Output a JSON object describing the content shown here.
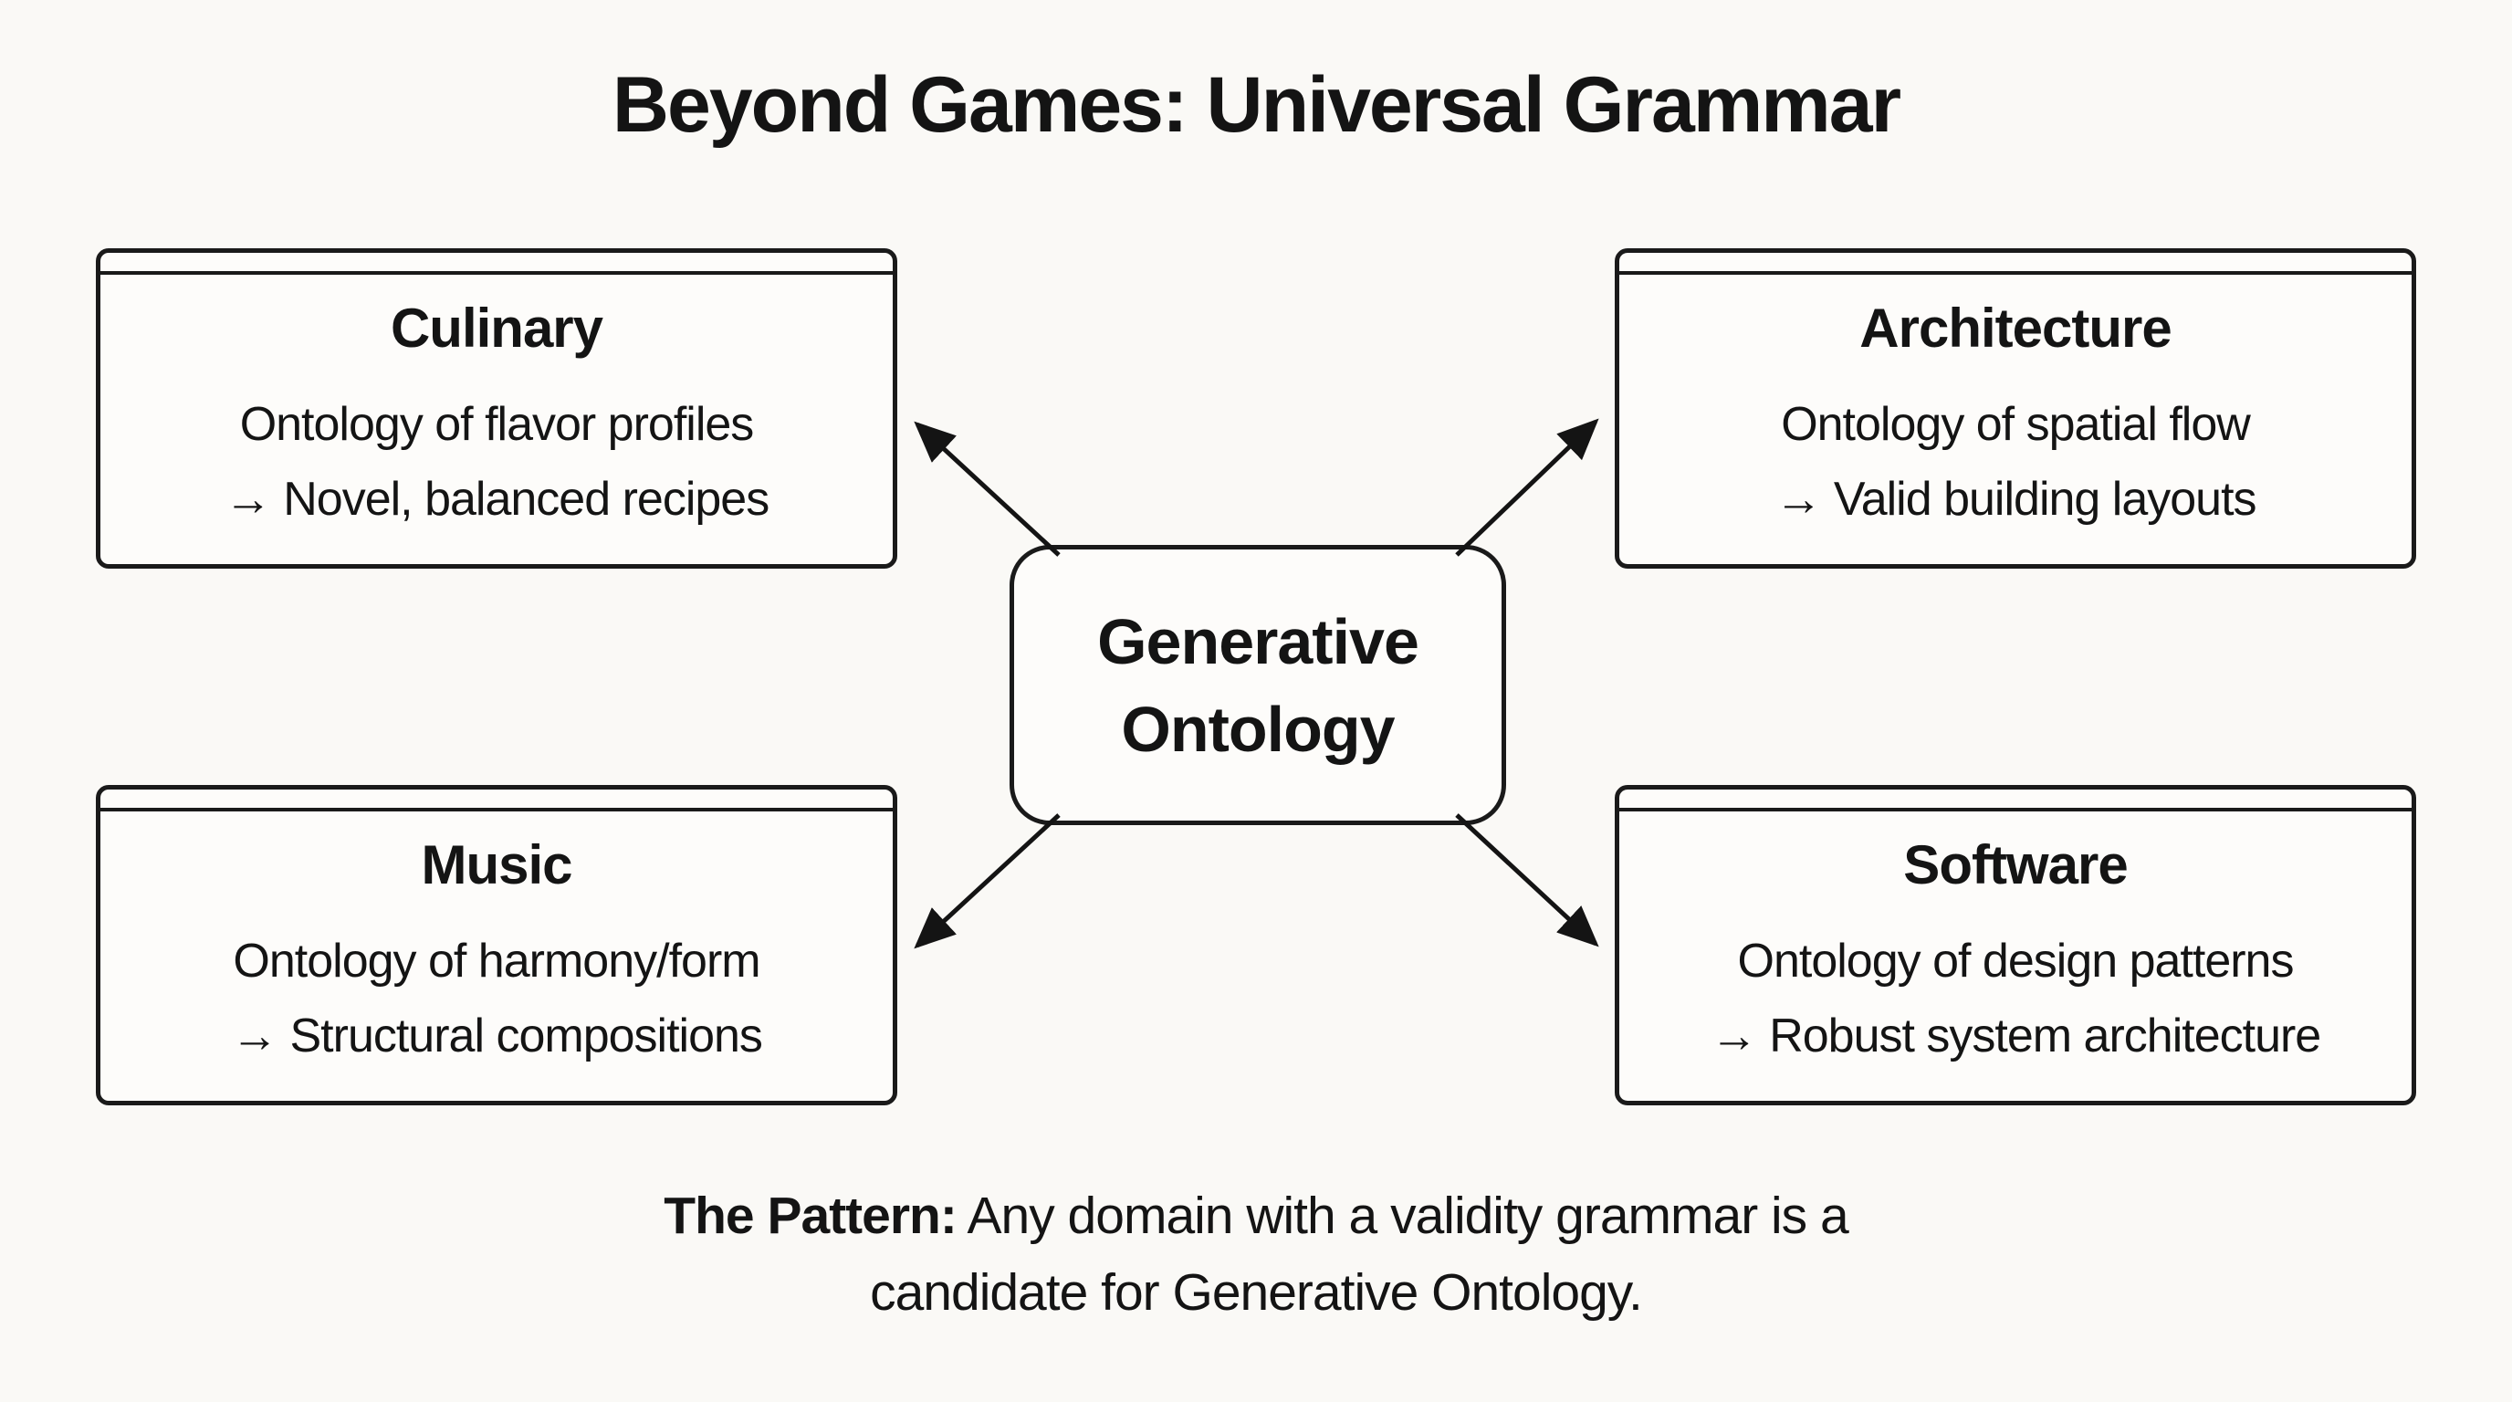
{
  "title": "Beyond Games: Universal Grammar",
  "center_node": {
    "label": "Generative Ontology"
  },
  "domains": [
    {
      "name": "Culinary",
      "ontology": "Ontology of flavor profiles",
      "result": "→ Novel, balanced recipes",
      "position": "top-left"
    },
    {
      "name": "Architecture",
      "ontology": "Ontology of spatial flow",
      "result": "→ Valid building layouts",
      "position": "top-right"
    },
    {
      "name": "Music",
      "ontology": "Ontology of harmony/form",
      "result": "→ Structural compositions",
      "position": "bottom-left"
    },
    {
      "name": "Software",
      "ontology": "Ontology of design patterns",
      "result": "→ Robust system architecture",
      "position": "bottom-right"
    }
  ],
  "connections": [
    {
      "from": "Generative Ontology",
      "to": "Culinary"
    },
    {
      "from": "Generative Ontology",
      "to": "Architecture"
    },
    {
      "from": "Generative Ontology",
      "to": "Music"
    },
    {
      "from": "Generative Ontology",
      "to": "Software"
    }
  ],
  "pattern_note": {
    "label": "The Pattern:",
    "line1_rest": " Any domain with a validity grammar is a",
    "line2": "candidate for Generative Ontology."
  },
  "colors": {
    "background": "#faf9f6",
    "ink": "#141414",
    "box_fill": "#fdfcfa",
    "border": "#1a1a1a"
  }
}
